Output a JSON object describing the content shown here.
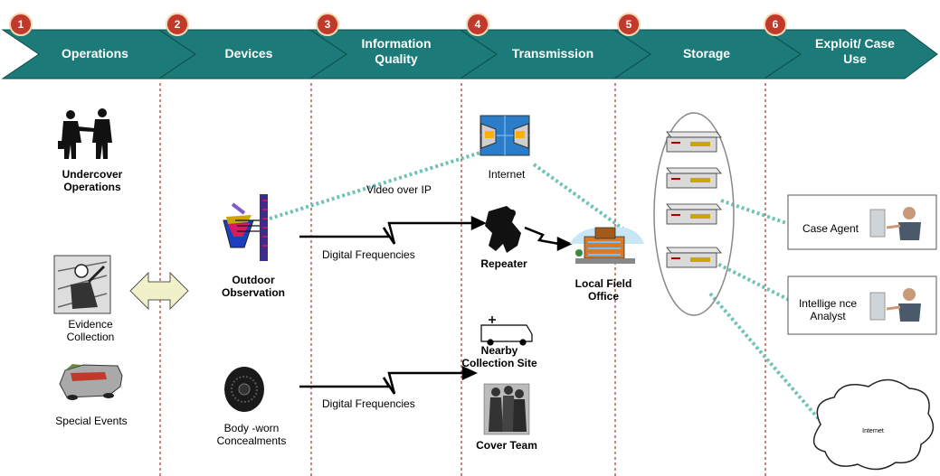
{
  "stages": [
    {
      "num": "1",
      "title": "Operations"
    },
    {
      "num": "2",
      "title": "Devices"
    },
    {
      "num": "3",
      "title": "Information Quality"
    },
    {
      "num": "4",
      "title": "Transmission"
    },
    {
      "num": "5",
      "title": "Storage"
    },
    {
      "num": "6",
      "title": "Exploit/ Case Use"
    }
  ],
  "operations": {
    "undercover": "Undercover Operations",
    "evidence": "Evidence Collection",
    "special": "Special Events"
  },
  "devices": {
    "outdoor": "Outdoor Observation",
    "body_worn": "Body -worn Concealments"
  },
  "links": {
    "video_over_ip": "Video over IP",
    "digital_freq_1": "Digital Frequencies",
    "digital_freq_2": "Digital Frequencies"
  },
  "transmission": {
    "internet": "Internet",
    "repeater": "Repeater",
    "nearby": "Nearby Collection Site",
    "cover": "Cover Team",
    "local": "Local Field Office"
  },
  "exploit": {
    "case_agent": "Case Agent",
    "analyst": "Intellige nce Analyst",
    "cloud": "Internet"
  },
  "colors": {
    "banner": "#1c7b78",
    "badge": "#c0392b",
    "divider": "#a33a2a",
    "dotted": "#6fc2b5"
  }
}
